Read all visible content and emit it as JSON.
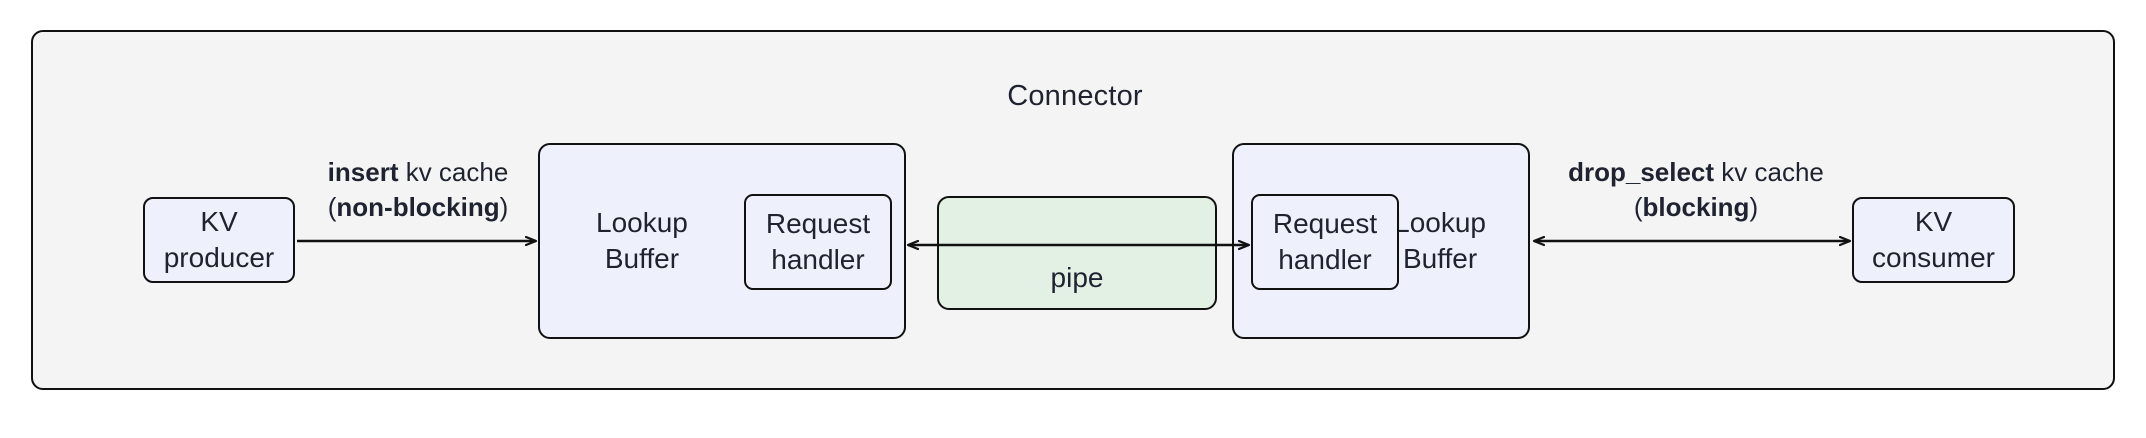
{
  "diagram": {
    "type": "flow-diagram",
    "container": {
      "title": "Connector",
      "fill_color": "#f4f4f4",
      "stroke_color": "#111111"
    },
    "colors": {
      "node_blue": "#eef1fb",
      "node_green": "#e3f0e4",
      "stroke": "#111111",
      "text": "#1f2330",
      "background": "#ffffff"
    },
    "nodes": [
      {
        "id": "kv-producer",
        "label": "KV\nproducer",
        "fill": "#eef1fb",
        "inside_container": true
      },
      {
        "id": "lookup-buffer-left",
        "label": "Lookup\nBuffer",
        "fill": "#eef1fb",
        "inside_container": true
      },
      {
        "id": "request-handler-left",
        "label": "Request\nhandler",
        "fill": "#eef1fb",
        "parent": "lookup-buffer-left"
      },
      {
        "id": "pipe",
        "label": "pipe",
        "fill": "#e3f0e4",
        "inside_container": true
      },
      {
        "id": "request-handler-right",
        "label": "Request\nhandler",
        "fill": "#eef1fb",
        "parent": "lookup-buffer-right"
      },
      {
        "id": "lookup-buffer-right",
        "label": "Lookup\nBuffer",
        "fill": "#eef1fb",
        "inside_container": true
      },
      {
        "id": "kv-consumer",
        "label": "KV\nconsumer",
        "fill": "#eef1fb",
        "inside_container": true
      }
    ],
    "edges": [
      {
        "id": "edge-insert",
        "from": "kv-producer",
        "to": "lookup-buffer-left",
        "direction": "forward",
        "label_line1_bold": "insert",
        "label_line1_rest": " kv cache",
        "label_line2_prefix": "(",
        "label_line2_bold": "non-blocking",
        "label_line2_suffix": ")"
      },
      {
        "id": "edge-pipe",
        "from": "lookup-buffer-left",
        "to": "request-handler-right",
        "direction": "bidirectional-through-pipe",
        "label": ""
      },
      {
        "id": "edge-drop-select",
        "from": "lookup-buffer-right",
        "to": "kv-consumer",
        "direction": "bidirectional",
        "label_line1_bold": "drop_select",
        "label_line1_rest": " kv cache",
        "label_line2_prefix": "(",
        "label_line2_bold": "blocking",
        "label_line2_suffix": ")"
      }
    ]
  }
}
